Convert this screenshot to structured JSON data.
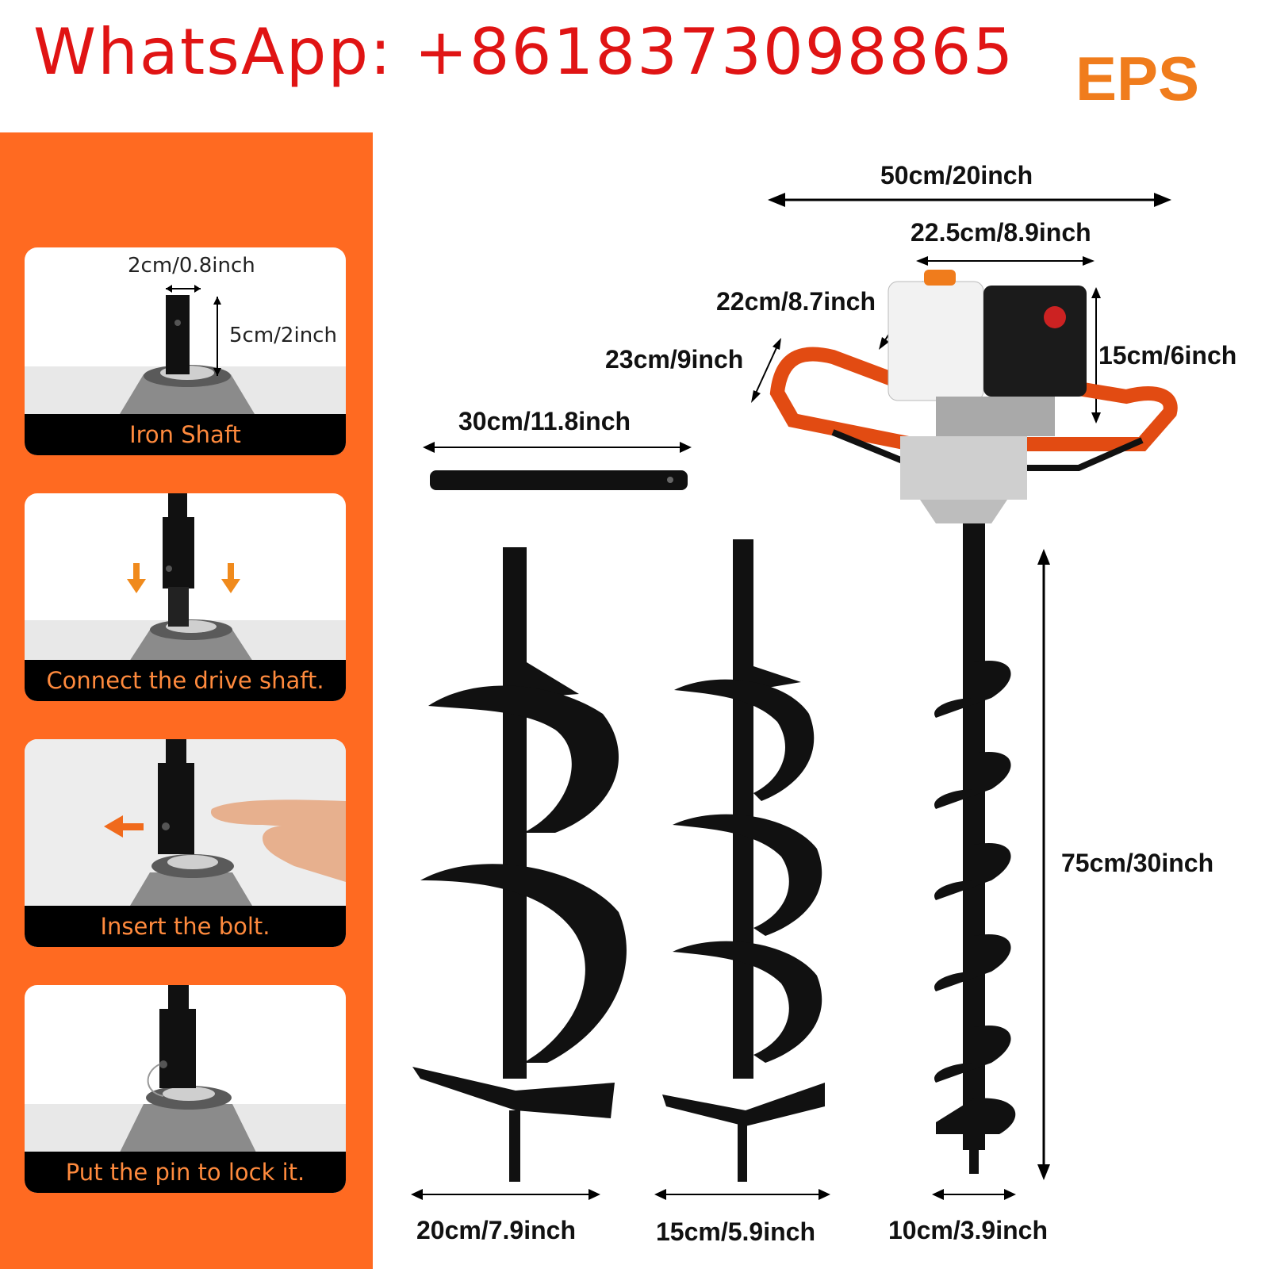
{
  "header": {
    "whatsapp_text": "WhatsApp: +8618373098865",
    "brand_text": "EPS"
  },
  "colors": {
    "accent_orange": "#ff6a21",
    "phone_red": "#e01414",
    "caption_orange": "#ff8a3d"
  },
  "steps": [
    {
      "caption": "Iron Shaft",
      "dim_width": "2cm/0.8inch",
      "dim_height": "5cm/2inch"
    },
    {
      "caption": "Connect the drive shaft."
    },
    {
      "caption": "Insert the bolt."
    },
    {
      "caption": "Put the pin to lock it."
    }
  ],
  "dimensions": {
    "overall_width": "50cm/20inch",
    "engine_width": "22.5cm/8.9inch",
    "engine_depth": "22cm/8.7inch",
    "handle_depth": "23cm/9inch",
    "engine_height": "15cm/6inch",
    "extension_length": "30cm/11.8inch",
    "auger_length": "75cm/30inch",
    "auger_20_diameter": "20cm/7.9inch",
    "auger_15_diameter": "15cm/5.9inch",
    "auger_10_diameter": "10cm/3.9inch"
  }
}
